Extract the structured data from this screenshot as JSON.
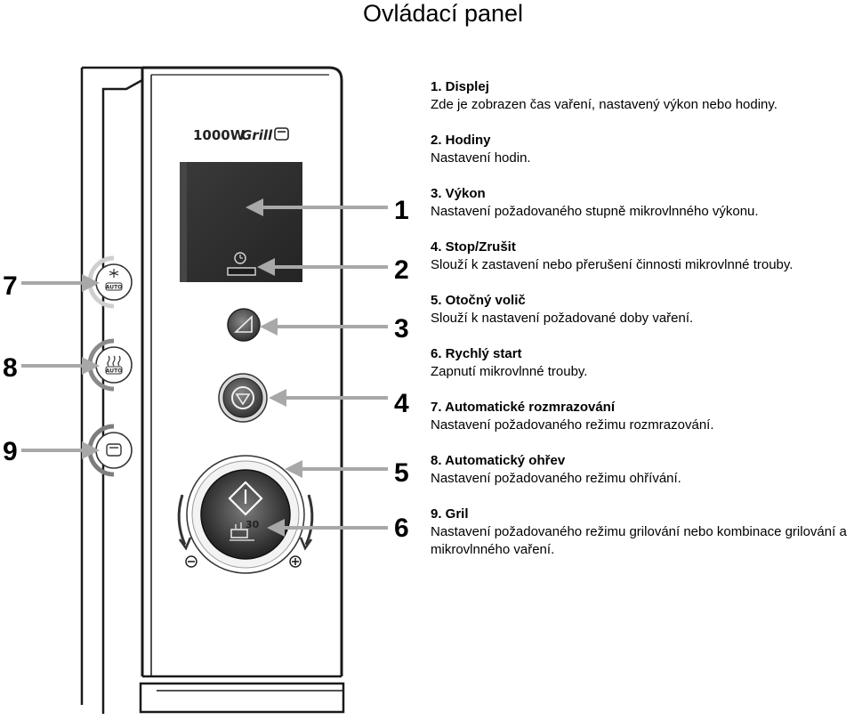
{
  "title": "Ovládací panel",
  "panel": {
    "brand_power": "1000W",
    "brand_grill": "Grill",
    "defrost_small_text": "AUTO",
    "reheat_small_text": "AUTO",
    "dial_number": "30"
  },
  "callouts": [
    "1",
    "2",
    "3",
    "4",
    "5",
    "6",
    "7",
    "8",
    "9"
  ],
  "legend": [
    {
      "title": "1. Displej",
      "desc": "Zde je zobrazen čas vaření, nastavený výkon nebo hodiny."
    },
    {
      "title": "2. Hodiny",
      "desc": "Nastavení hodin."
    },
    {
      "title": "3. Výkon",
      "desc": "Nastavení požadovaného stupně mikrovlnného výkonu."
    },
    {
      "title": "4. Stop/Zrušit",
      "desc": "Slouží k zastavení nebo přerušení činnosti mikrovlnné trouby."
    },
    {
      "title": "5. Otočný volič",
      "desc": "Slouží k nastavení požadované doby vaření."
    },
    {
      "title": "6. Rychlý start",
      "desc": "Zapnutí mikrovlnné trouby."
    },
    {
      "title": "7. Automatické rozmrazování",
      "desc": "Nastavení požadovaného režimu rozmrazování."
    },
    {
      "title": "8. Automatický ohřev",
      "desc": "Nastavení požadovaného režimu ohřívání."
    },
    {
      "title": "9. Gril",
      "desc": "Nastavení požadovaného režimu grilování nebo kombinace grilování a mikrovlnného vaření."
    }
  ],
  "colors": {
    "display": "#2f2f2f",
    "arrow": "#a8a8a8",
    "outline": "#1a1a1a"
  }
}
